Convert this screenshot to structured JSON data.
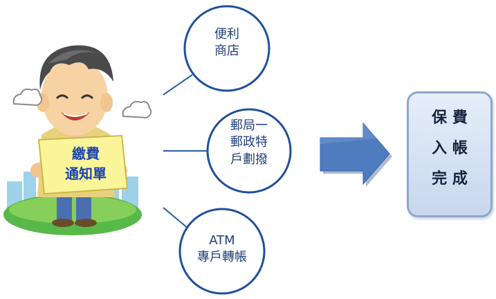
{
  "sign": {
    "text": "繳費\n通知單"
  },
  "channels": [
    {
      "label": "便利\n商店"
    },
    {
      "label": "郵局一\n郵政特\n戶劃撥"
    },
    {
      "label": "ATM\n專戶轉帳"
    }
  ],
  "result": {
    "text": "保 費\n入 帳\n完 成"
  },
  "colors": {
    "circle_stroke": "#1f4f9a",
    "connector": "#2a5aa0",
    "arrow_fill": "#4f7bbf",
    "result_border": "#8ea7cc",
    "sign_fill": "#fbf59a"
  },
  "icons": {
    "character": "man-holding-bill-icon",
    "flow_arrow": "right-arrow-icon"
  }
}
